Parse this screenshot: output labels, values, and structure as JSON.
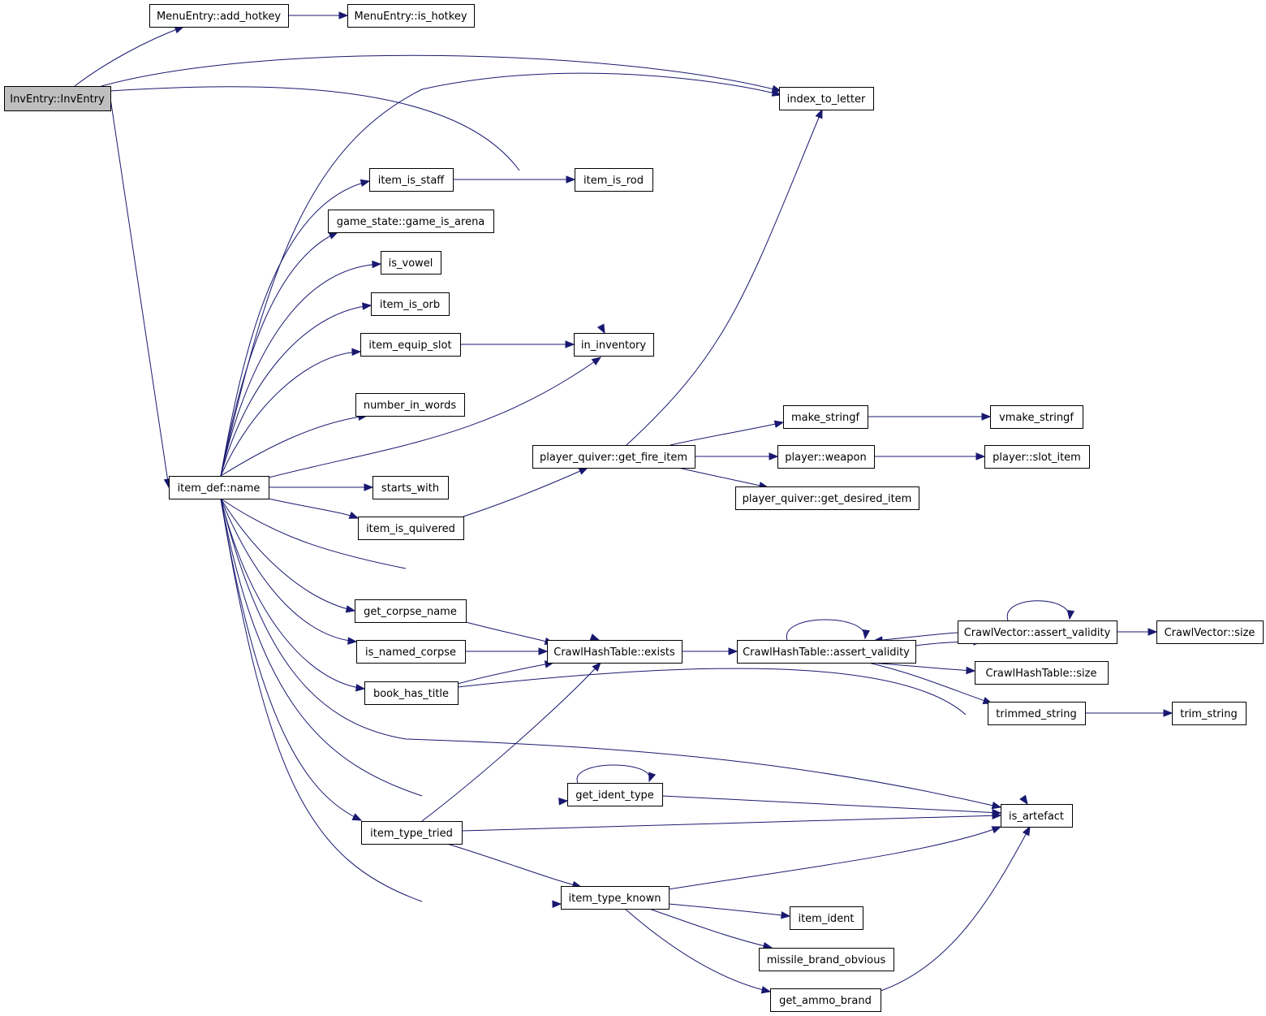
{
  "graph": {
    "edge_color": "#191970",
    "root_fill": "#bfbfbf",
    "nodes": [
      {
        "id": "inventry",
        "label": "InvEntry::InvEntry",
        "root": true
      },
      {
        "id": "add_hotkey",
        "label": "MenuEntry::add_hotkey"
      },
      {
        "id": "is_hotkey",
        "label": "MenuEntry::is_hotkey"
      },
      {
        "id": "index_to_letter",
        "label": "index_to_letter"
      },
      {
        "id": "item_is_staff",
        "label": "item_is_staff"
      },
      {
        "id": "item_is_rod",
        "label": "item_is_rod"
      },
      {
        "id": "game_is_arena",
        "label": "game_state::game_is_arena"
      },
      {
        "id": "is_vowel",
        "label": "is_vowel"
      },
      {
        "id": "item_is_orb",
        "label": "item_is_orb"
      },
      {
        "id": "item_equip_slot",
        "label": "item_equip_slot"
      },
      {
        "id": "in_inventory",
        "label": "in_inventory"
      },
      {
        "id": "number_in_words",
        "label": "number_in_words"
      },
      {
        "id": "make_stringf",
        "label": "make_stringf"
      },
      {
        "id": "vmake_stringf",
        "label": "vmake_stringf"
      },
      {
        "id": "get_fire_item",
        "label": "player_quiver::get_fire_item"
      },
      {
        "id": "weapon",
        "label": "player::weapon"
      },
      {
        "id": "slot_item",
        "label": "player::slot_item"
      },
      {
        "id": "item_def_name",
        "label": "item_def::name"
      },
      {
        "id": "starts_with",
        "label": "starts_with"
      },
      {
        "id": "get_desired_item",
        "label": "player_quiver::get_desired_item"
      },
      {
        "id": "item_is_quivered",
        "label": "item_is_quivered"
      },
      {
        "id": "get_corpse_name",
        "label": "get_corpse_name"
      },
      {
        "id": "cv_assert_validity",
        "label": "CrawlVector::assert_validity"
      },
      {
        "id": "cv_size",
        "label": "CrawlVector::size"
      },
      {
        "id": "is_named_corpse",
        "label": "is_named_corpse"
      },
      {
        "id": "cht_exists",
        "label": "CrawlHashTable::exists"
      },
      {
        "id": "cht_assert_validity",
        "label": "CrawlHashTable::assert_validity"
      },
      {
        "id": "cht_size",
        "label": "CrawlHashTable::size"
      },
      {
        "id": "book_has_title",
        "label": "book_has_title"
      },
      {
        "id": "trimmed_string",
        "label": "trimmed_string"
      },
      {
        "id": "trim_string",
        "label": "trim_string"
      },
      {
        "id": "get_ident_type",
        "label": "get_ident_type"
      },
      {
        "id": "is_artefact",
        "label": "is_artefact"
      },
      {
        "id": "item_type_tried",
        "label": "item_type_tried"
      },
      {
        "id": "item_type_known",
        "label": "item_type_known"
      },
      {
        "id": "item_ident",
        "label": "item_ident"
      },
      {
        "id": "missile_brand_obvious",
        "label": "missile_brand_obvious"
      },
      {
        "id": "get_ammo_brand",
        "label": "get_ammo_brand"
      }
    ],
    "edges": [
      [
        "inventry",
        "add_hotkey"
      ],
      [
        "add_hotkey",
        "is_hotkey"
      ],
      [
        "inventry",
        "index_to_letter"
      ],
      [
        "inventry",
        "in_inventory"
      ],
      [
        "inventry",
        "item_def_name"
      ],
      [
        "item_def_name",
        "index_to_letter"
      ],
      [
        "item_def_name",
        "item_is_staff"
      ],
      [
        "item_is_staff",
        "item_is_rod"
      ],
      [
        "item_def_name",
        "game_is_arena"
      ],
      [
        "item_def_name",
        "is_vowel"
      ],
      [
        "item_def_name",
        "item_is_orb"
      ],
      [
        "item_def_name",
        "item_equip_slot"
      ],
      [
        "item_equip_slot",
        "in_inventory"
      ],
      [
        "item_def_name",
        "number_in_words"
      ],
      [
        "number_in_words",
        "number_in_words"
      ],
      [
        "item_def_name",
        "in_inventory"
      ],
      [
        "item_def_name",
        "starts_with"
      ],
      [
        "item_def_name",
        "item_is_quivered"
      ],
      [
        "item_is_quivered",
        "get_fire_item"
      ],
      [
        "get_fire_item",
        "index_to_letter"
      ],
      [
        "get_fire_item",
        "make_stringf"
      ],
      [
        "make_stringf",
        "vmake_stringf"
      ],
      [
        "get_fire_item",
        "weapon"
      ],
      [
        "weapon",
        "slot_item"
      ],
      [
        "get_fire_item",
        "get_desired_item"
      ],
      [
        "item_def_name",
        "cht_exists"
      ],
      [
        "item_def_name",
        "get_corpse_name"
      ],
      [
        "get_corpse_name",
        "cht_exists"
      ],
      [
        "item_def_name",
        "is_named_corpse"
      ],
      [
        "is_named_corpse",
        "cht_exists"
      ],
      [
        "item_def_name",
        "book_has_title"
      ],
      [
        "book_has_title",
        "cht_exists"
      ],
      [
        "book_has_title",
        "is_artefact"
      ],
      [
        "cht_exists",
        "cht_assert_validity"
      ],
      [
        "cht_assert_validity",
        "cht_assert_validity"
      ],
      [
        "cht_assert_validity",
        "cv_assert_validity"
      ],
      [
        "cv_assert_validity",
        "cht_assert_validity"
      ],
      [
        "cv_assert_validity",
        "cv_assert_validity"
      ],
      [
        "cv_assert_validity",
        "cv_size"
      ],
      [
        "cht_assert_validity",
        "cht_size"
      ],
      [
        "cht_assert_validity",
        "trimmed_string"
      ],
      [
        "trimmed_string",
        "trim_string"
      ],
      [
        "item_def_name",
        "is_artefact"
      ],
      [
        "item_def_name",
        "get_ident_type"
      ],
      [
        "get_ident_type",
        "get_ident_type"
      ],
      [
        "get_ident_type",
        "is_artefact"
      ],
      [
        "item_def_name",
        "item_type_tried"
      ],
      [
        "item_type_tried",
        "cht_exists"
      ],
      [
        "item_type_tried",
        "is_artefact"
      ],
      [
        "item_type_tried",
        "item_type_known"
      ],
      [
        "item_def_name",
        "item_type_known"
      ],
      [
        "item_type_known",
        "is_artefact"
      ],
      [
        "item_type_known",
        "item_ident"
      ],
      [
        "item_type_known",
        "missile_brand_obvious"
      ],
      [
        "item_type_known",
        "get_ammo_brand"
      ],
      [
        "get_ammo_brand",
        "is_artefact"
      ]
    ]
  }
}
